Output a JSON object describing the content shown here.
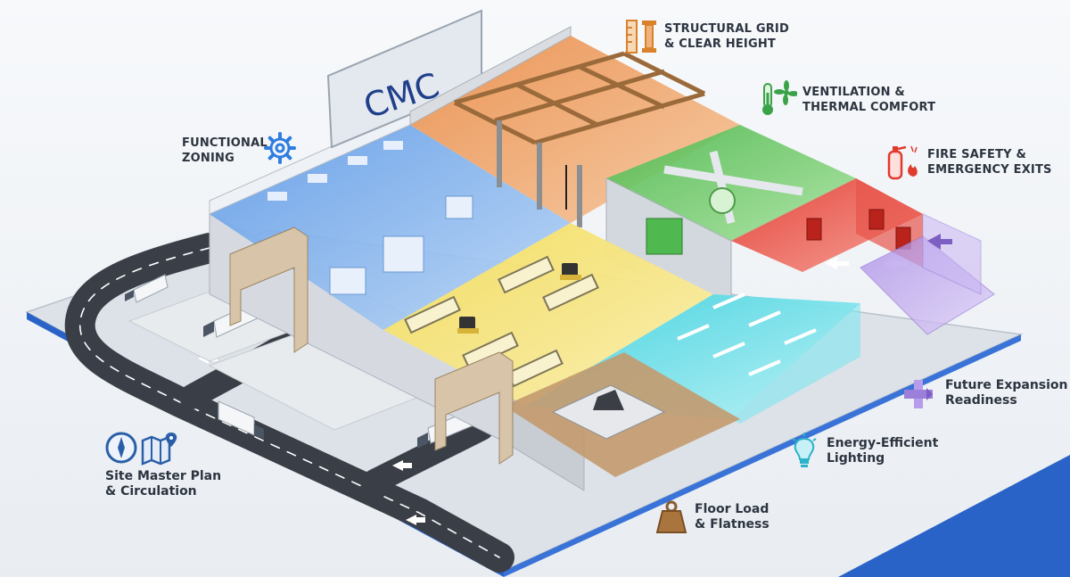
{
  "brand": {
    "logo_text": "CMC",
    "colors": {
      "blue": "#1f3f8a",
      "accent": "#2f6fd6"
    }
  },
  "callouts": [
    {
      "id": "structural",
      "lines": [
        "STRUCTURAL GRID",
        "& CLEAR HEIGHT"
      ],
      "icon": "ruler-column-icon",
      "color": "#d9822b"
    },
    {
      "id": "functional",
      "lines": [
        "FUNCTIONAL",
        "ZONING"
      ],
      "icon": "gear-icon",
      "color": "#2f7de0"
    },
    {
      "id": "ventilation",
      "lines": [
        "VENTILATION &",
        "THERMAL COMFORT"
      ],
      "icon": "thermometer-fan-icon",
      "color": "#3aa34a"
    },
    {
      "id": "fire",
      "lines": [
        "FIRE SAFETY &",
        "EMERGENCY EXITS"
      ],
      "icon": "fire-extinguisher-icon",
      "color": "#e03b2f"
    },
    {
      "id": "expansion",
      "lines": [
        "Future Expansion",
        "Readiness"
      ],
      "icon": "plus-arrows-icon",
      "color": "#9b6fd6"
    },
    {
      "id": "lighting",
      "lines": [
        "Energy-Efficient",
        "Lighting"
      ],
      "icon": "lightbulb-icon",
      "color": "#2bb3c9"
    },
    {
      "id": "siteplan",
      "lines": [
        "Site Master Plan",
        "& Circulation"
      ],
      "icon": "compass-map-icon",
      "color": "#2a5fa8"
    },
    {
      "id": "floorload",
      "lines": [
        "Floor Load",
        "& Flatness"
      ],
      "icon": "weight-icon",
      "color": "#9a6a3a"
    }
  ],
  "zones": {
    "office": "#7fb2ec",
    "structural": "#f2a56a",
    "ventilation": "#6fcd6a",
    "fire": "#ef5a50",
    "warehouse": "#f6e27a",
    "lighting": "#6fe0ea",
    "expansion": "#b79cec",
    "loading": "#c9a27a"
  }
}
